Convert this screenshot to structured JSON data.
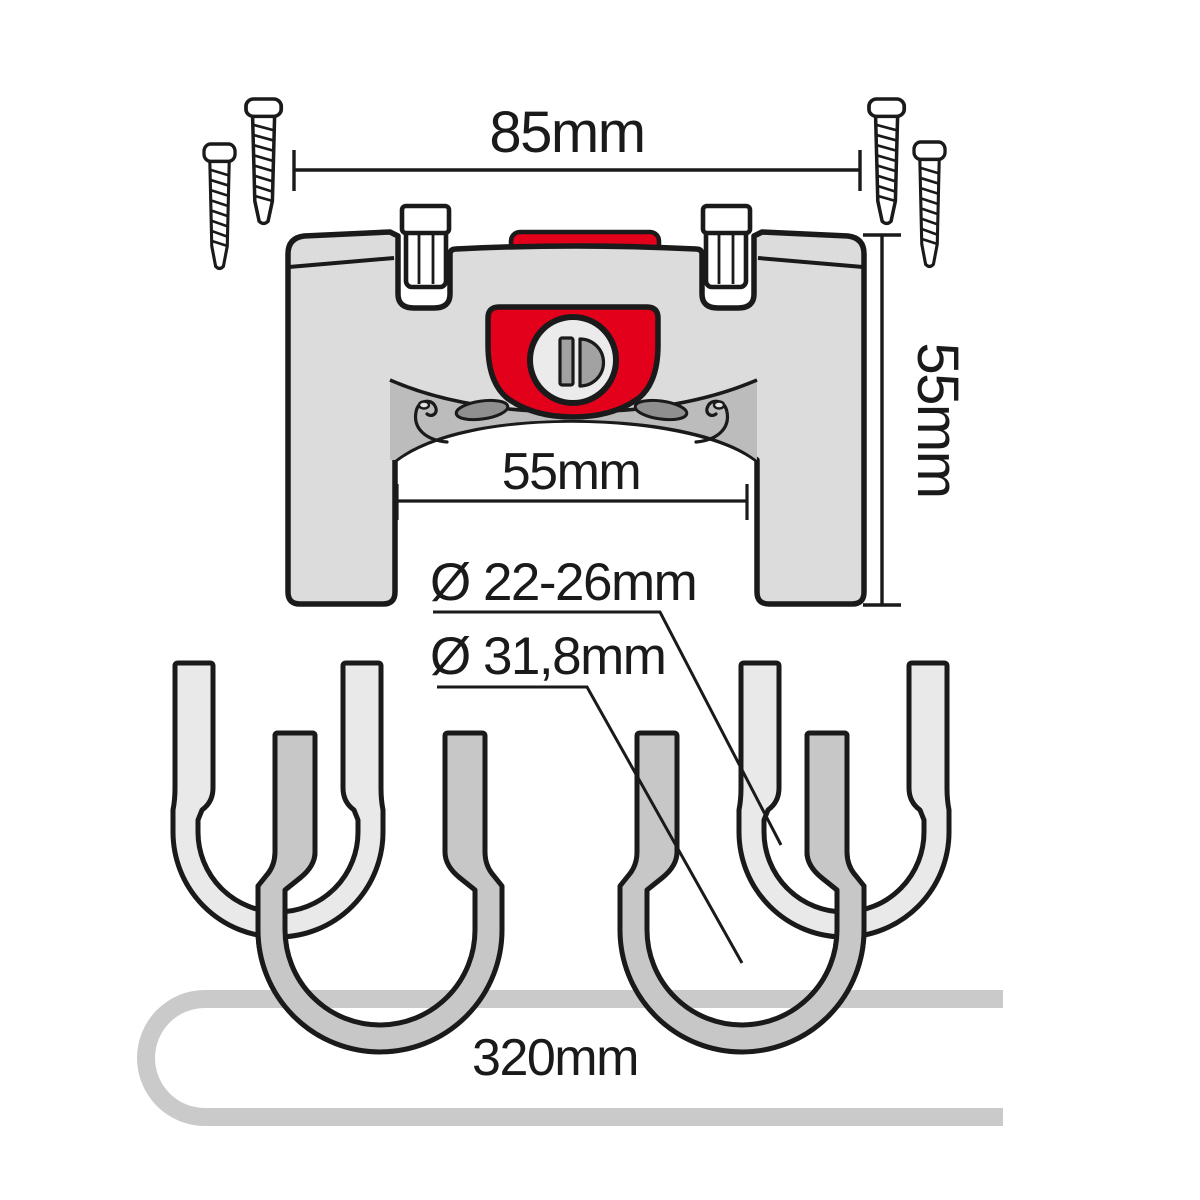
{
  "diagram": {
    "name": "handlebar-adapter-mounting-diagram",
    "labels": {
      "overall_width": "85mm",
      "overall_height": "55mm",
      "inner_width": "55mm",
      "clamp_small_diameter": "Ø 22-26mm",
      "clamp_large_diameter": "Ø 31,8mm",
      "strap_length": "320mm"
    },
    "colors": {
      "accent_red": "#e2001a",
      "body_gray": "#dcdcdc",
      "band_gray": "#bcbcbc",
      "slot_gray": "#8f8f8f",
      "keyhole_gray": "#a2a2a2",
      "clamp_light_gray": "#e9e9e9",
      "clamp_dark_gray": "#c7c7c7",
      "strap_gray": "#cacaca",
      "outline": "#1a1a1a"
    },
    "parts": {
      "bracket": "mounting bracket",
      "lock": "lock cylinder",
      "release_button": "release button",
      "bolts": "clamp bolts",
      "screws": "mounting screws",
      "clamps": "handlebar clamp brackets",
      "strap": "mounting strap"
    }
  }
}
